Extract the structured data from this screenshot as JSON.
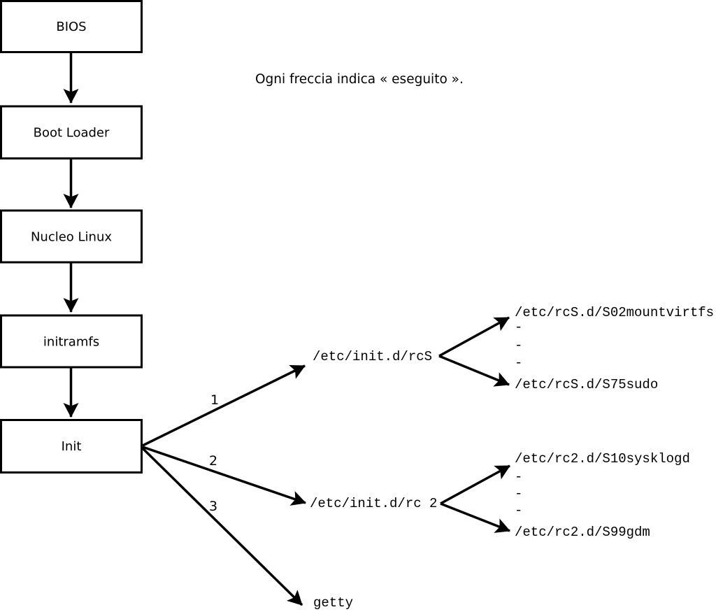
{
  "note": "Ogni freccia indica « eseguito ».",
  "chain": [
    {
      "label": "BIOS"
    },
    {
      "label": "Boot Loader"
    },
    {
      "label": "Nucleo Linux"
    },
    {
      "label": "initramfs"
    },
    {
      "label": "Init"
    }
  ],
  "branches": [
    {
      "number": "1",
      "target": "/etc/init.d/rcS",
      "children": [
        "/etc/rcS.d/S02mountvirtfs",
        "-",
        "-",
        "-",
        "/etc/rcS.d/S75sudo"
      ]
    },
    {
      "number": "2",
      "target": "/etc/init.d/rc 2",
      "children": [
        "/etc/rc2.d/S10sysklogd",
        "-",
        "-",
        "-",
        "/etc/rc2.d/S99gdm"
      ]
    },
    {
      "number": "3",
      "target": "getty",
      "children": []
    }
  ],
  "colors": {
    "line": "#000000",
    "text": "#000000",
    "box_fill": "#ffffff",
    "background": "#ffffff"
  }
}
